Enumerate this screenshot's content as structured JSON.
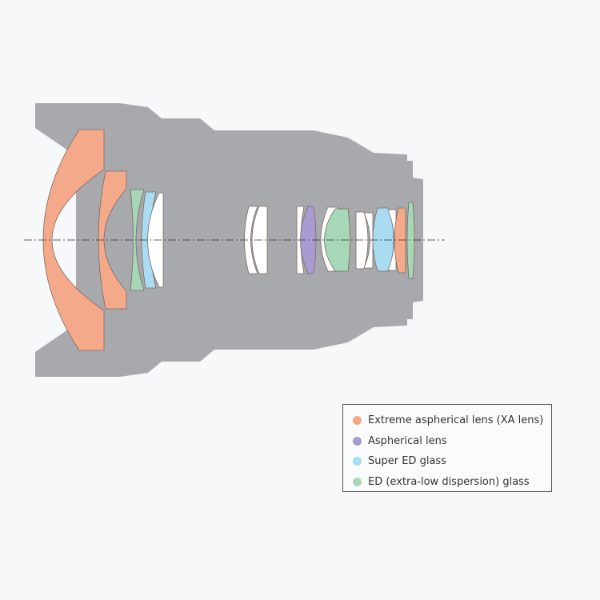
{
  "colors": {
    "background": "#f7f8fa",
    "barrel": "#a8a9ad",
    "xa_lens": "#f4a98a",
    "aspherical": "#a99ad0",
    "super_ed": "#a9dcf3",
    "ed": "#a6d8b8",
    "plain": "#ffffff"
  },
  "legend": {
    "items": [
      {
        "label": "Extreme aspherical lens (XA lens)",
        "color": "#f4a98a"
      },
      {
        "label": "Aspherical lens",
        "color": "#a99ad0"
      },
      {
        "label": "Super ED glass",
        "color": "#a9dcf3"
      },
      {
        "label": "ED (extra-low dispersion) glass",
        "color": "#a6d8b8"
      }
    ]
  }
}
